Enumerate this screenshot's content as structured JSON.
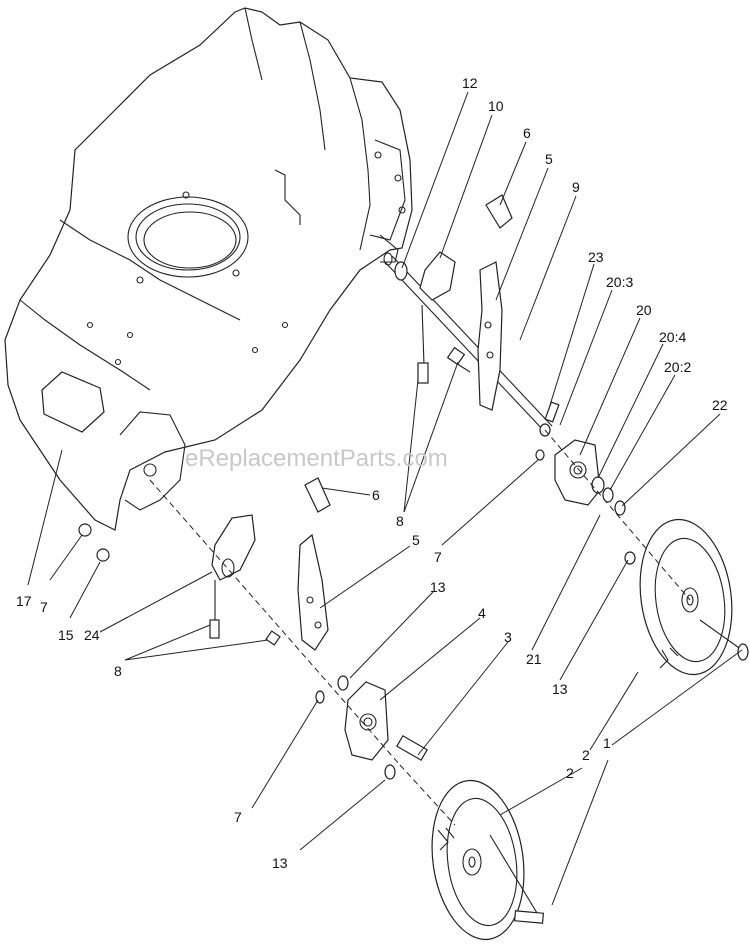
{
  "watermark": "eReplacementParts.com",
  "callouts": {
    "c12": "12",
    "c10": "10",
    "c6a": "6",
    "c5a": "5",
    "c9": "9",
    "c23": "23",
    "c20_3": "20:3",
    "c20": "20",
    "c20_4": "20:4",
    "c20_2": "20:2",
    "c22": "22",
    "c6b": "6",
    "c8a": "8",
    "c7a": "7",
    "c5b": "5",
    "c13a": "13",
    "c4": "4",
    "c3": "3",
    "c21": "21",
    "c13b": "13",
    "c2a": "2",
    "c1": "1",
    "c2b": "2",
    "c17": "17",
    "c7b": "7",
    "c15": "15",
    "c24": "24",
    "c8b": "8",
    "c7c": "7",
    "c13c": "13"
  }
}
